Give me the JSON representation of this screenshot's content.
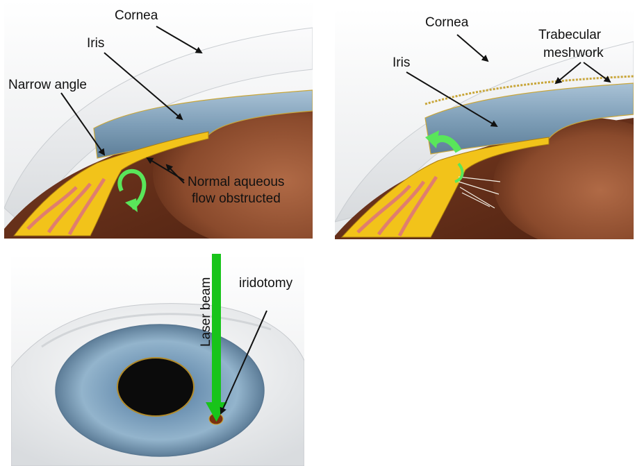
{
  "panel_top_left": {
    "labels": {
      "cornea": "Cornea",
      "iris": "Iris",
      "narrow_angle": "Narrow angle",
      "flow_line1": "Normal aqueous",
      "flow_line2": "flow obstructed"
    }
  },
  "panel_top_right": {
    "labels": {
      "cornea": "Cornea",
      "iris": "Iris",
      "trabecular_line1": "Trabecular",
      "trabecular_line2": "meshwork"
    }
  },
  "panel_bottom": {
    "labels": {
      "laser_beam": "Laser beam",
      "iridotomy": "iridotomy"
    }
  },
  "colors": {
    "cornea": "#eef0f2",
    "iris": "#7f9fb8",
    "lens": "#8a4a2c",
    "ciliary_body": "#f2c31a",
    "ciliary_pink": "#e07e6e",
    "aqueous_arrow": "#59e65a",
    "laser_beam": "#18c41a",
    "pupil": "#0b0b0b"
  }
}
